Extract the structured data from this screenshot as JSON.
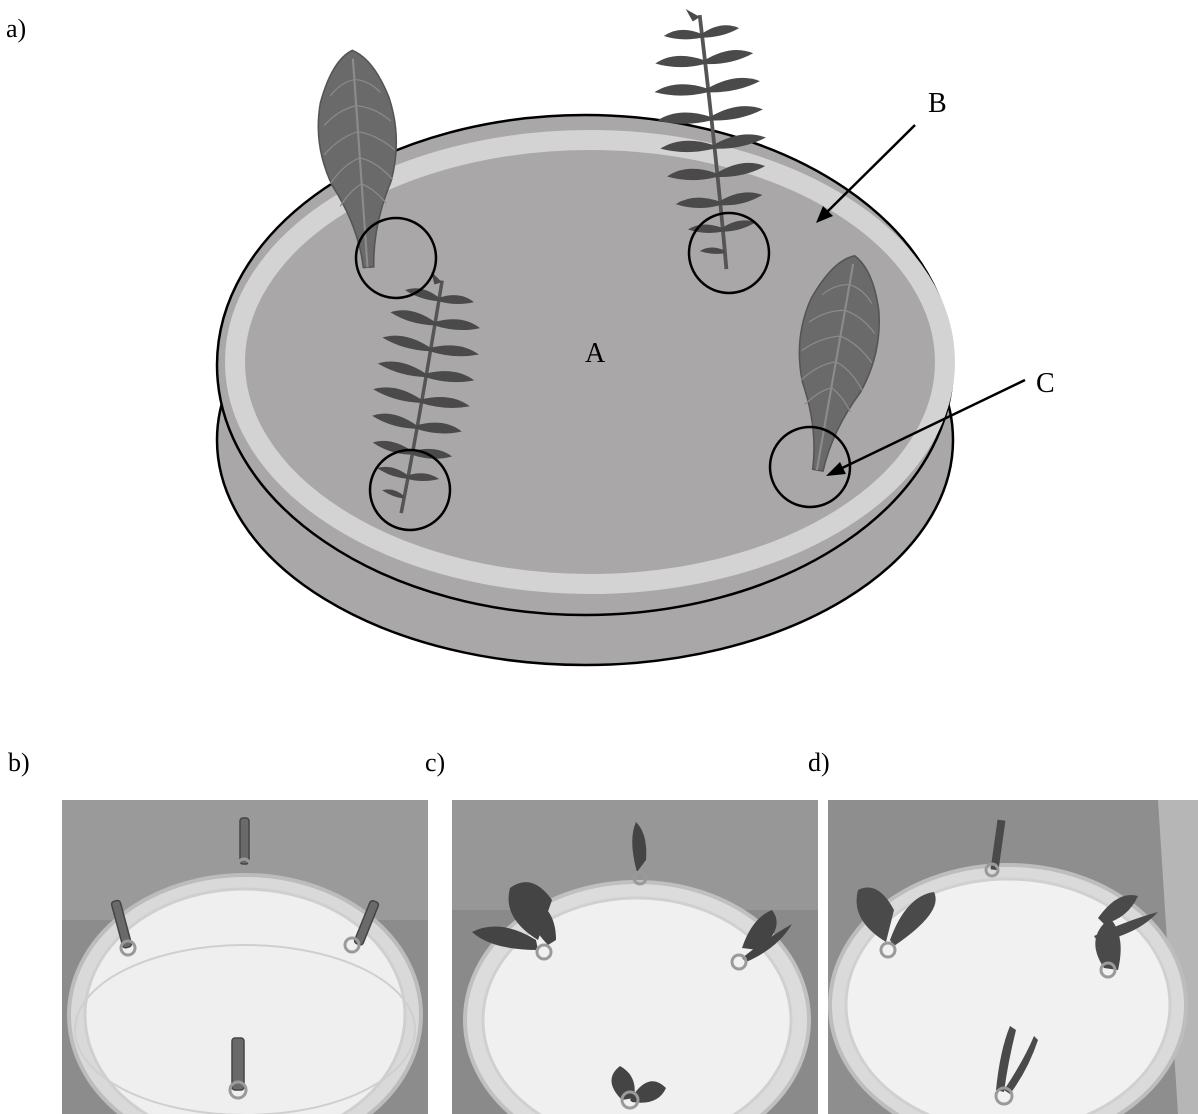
{
  "figure": {
    "panels": [
      {
        "id": "a",
        "label": "a)",
        "kind": "schematic",
        "callouts": {
          "A": "A",
          "B": "B",
          "C": "C"
        }
      },
      {
        "id": "b",
        "label": "b)",
        "kind": "photo"
      },
      {
        "id": "c",
        "label": "c)",
        "kind": "photo"
      },
      {
        "id": "d",
        "label": "d)",
        "kind": "photo"
      }
    ]
  },
  "colors": {
    "dish_fill": "#a9a7a7",
    "dish_ring": "#d4d3d3",
    "leaf_dark": "#4a4a4a",
    "leaf_mid": "#6a6a6a",
    "photo_bg": "#8a8a8a",
    "photo_paper": "#f2f2f2"
  }
}
